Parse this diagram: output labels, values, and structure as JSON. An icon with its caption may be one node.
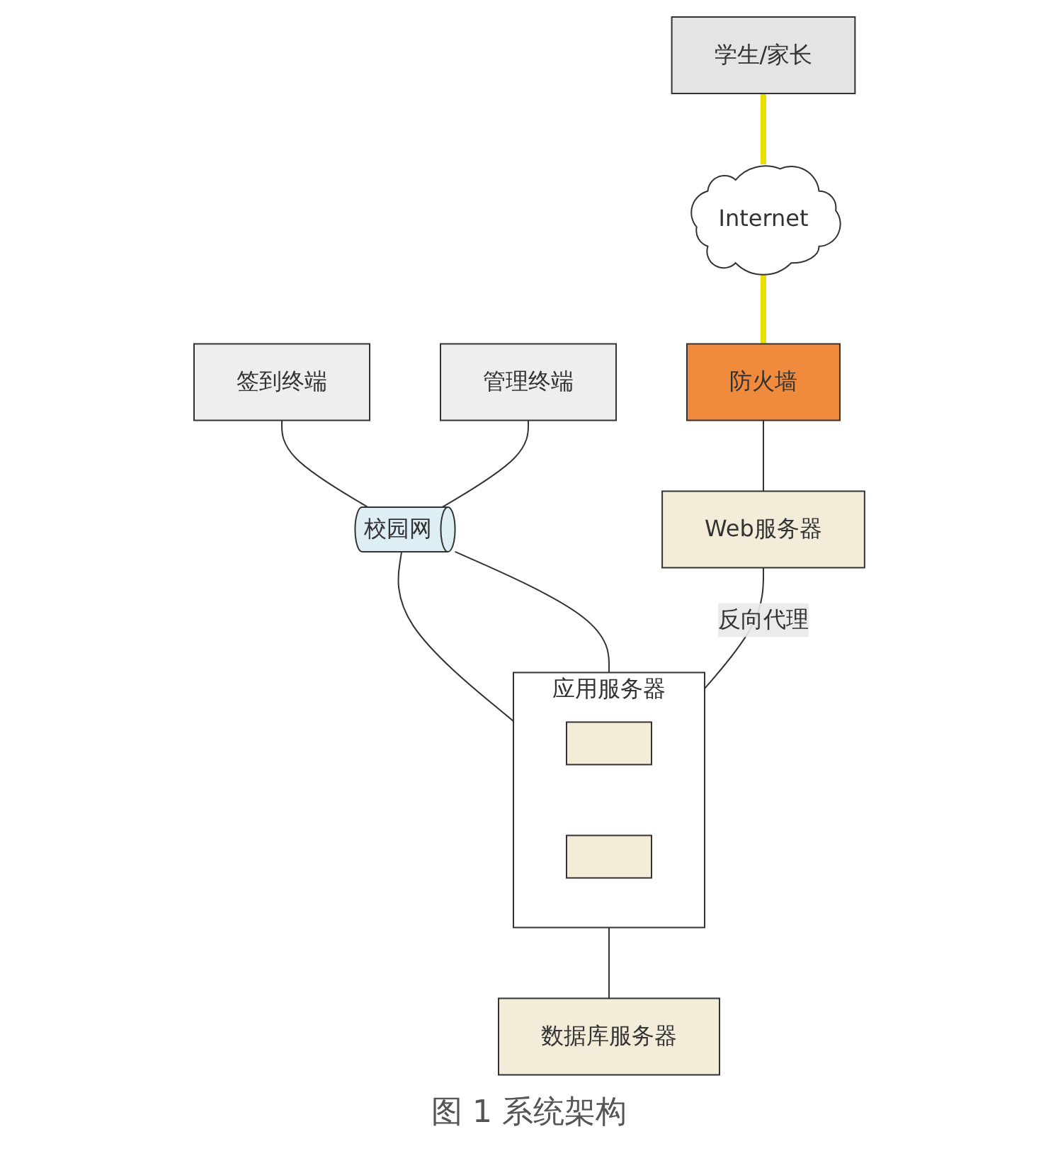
{
  "diagram": {
    "caption": "图 1 系统架构",
    "nodes": [
      {
        "text": [
          "学生/家长"
        ]
      },
      {
        "text": [
          "签到终端"
        ]
      },
      {
        "text": [
          "管理终端"
        ]
      },
      {
        "text": [
          "Internet"
        ]
      },
      {
        "text": [
          "校园网"
        ]
      },
      {
        "text": [
          "应用服务器"
        ]
      },
      {
        "text": [],
        "shape": "box",
        "in": 5
      },
      {
        "text": [],
        "shape": "box",
        "in": 5
      },
      {
        "text": [
          "防火墙"
        ]
      },
      {
        "text": [
          "Web服务器"
        ]
      },
      {
        "text": [
          "数据库服务器"
        ]
      }
    ],
    "edges": [
      {
        "from": 0,
        "to": 3,
        "arrow": "none",
        "style": "thick",
        "color": "#e8e000"
      },
      {
        "from": 1,
        "to": 4,
        "arrow": "none"
      },
      {
        "from": 2,
        "to": 4,
        "arrow": "none"
      },
      {
        "from": 3,
        "to": 8,
        "arrow": "none",
        "style": "thick",
        "color": "#e8e000"
      },
      {
        "from": 4,
        "to": 5,
        "arrow": "none"
      },
      {
        "from": 4,
        "to": 5,
        "arrow": "none"
      },
      {
        "from": 8,
        "to": 9,
        "arrow": "none"
      },
      {
        "from": 9,
        "to": 5,
        "label": "反向代理",
        "arrow": "none"
      },
      {
        "from": 5,
        "to": 10,
        "arrow": "none"
      }
    ]
  }
}
